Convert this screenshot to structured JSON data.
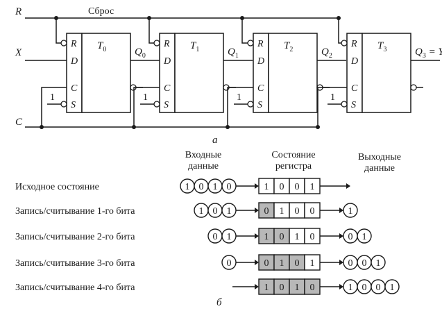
{
  "circuit": {
    "signals": {
      "reset_name": "R",
      "reset_label": "Сброс",
      "data_in": "X",
      "clock": "C",
      "constant_one": "1"
    },
    "triggers": [
      {
        "name": "T",
        "index": "0",
        "output_name": "Q",
        "output_index": "0",
        "pins": [
          "R",
          "D",
          "C",
          "S"
        ]
      },
      {
        "name": "T",
        "index": "1",
        "output_name": "Q",
        "output_index": "1",
        "pins": [
          "R",
          "D",
          "C",
          "S"
        ]
      },
      {
        "name": "T",
        "index": "2",
        "output_name": "Q",
        "output_index": "2",
        "pins": [
          "R",
          "D",
          "C",
          "S"
        ]
      },
      {
        "name": "T",
        "index": "3",
        "output_name": "Q",
        "output_index": "3",
        "pins": [
          "R",
          "D",
          "C",
          "S"
        ]
      }
    ],
    "final_output_suffix": " = Y",
    "caption": "а"
  },
  "table": {
    "headers": {
      "input": [
        "Входные",
        "данные"
      ],
      "register": [
        "Состояние",
        "регистра"
      ],
      "output": [
        "Выходные",
        "данные"
      ]
    },
    "rows": [
      {
        "label": "Исходное состояние",
        "input": [
          "1",
          "0",
          "1",
          "0"
        ],
        "register": [
          "1",
          "0",
          "0",
          "1"
        ],
        "shaded": [
          false,
          false,
          false,
          false
        ],
        "output": []
      },
      {
        "label": "Запись/считывание 1-го бита",
        "input": [
          "1",
          "0",
          "1"
        ],
        "register": [
          "0",
          "1",
          "0",
          "0"
        ],
        "shaded": [
          true,
          false,
          false,
          false
        ],
        "output": [
          "1"
        ]
      },
      {
        "label": "Запись/считывание 2-го бита",
        "input": [
          "0",
          "1"
        ],
        "register": [
          "1",
          "0",
          "1",
          "0"
        ],
        "shaded": [
          true,
          true,
          false,
          false
        ],
        "output": [
          "0",
          "1"
        ]
      },
      {
        "label": "Запись/считывание 3-го бита",
        "input": [
          "0"
        ],
        "register": [
          "0",
          "1",
          "0",
          "1"
        ],
        "shaded": [
          true,
          true,
          true,
          false
        ],
        "output": [
          "0",
          "0",
          "1"
        ]
      },
      {
        "label": "Запись/считывание 4-го бита",
        "input": [],
        "register": [
          "1",
          "0",
          "1",
          "0"
        ],
        "shaded": [
          true,
          true,
          true,
          true
        ],
        "output": [
          "1",
          "0",
          "0",
          "1"
        ]
      }
    ],
    "caption": "б"
  },
  "colors": {
    "line": "#1a1a1a",
    "shaded_cell": "#b8b8b8",
    "background": "#ffffff"
  }
}
